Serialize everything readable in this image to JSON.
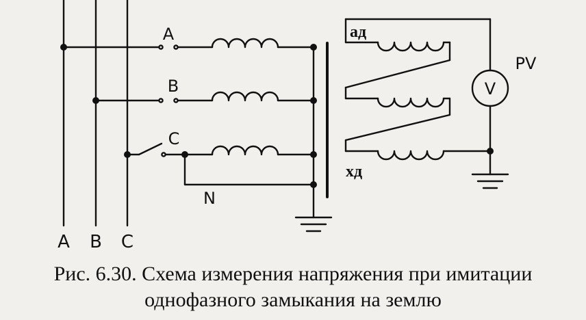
{
  "diagram": {
    "bus_labels": {
      "a": "A",
      "b": "B",
      "c": "C"
    },
    "phase_labels": {
      "a": "A",
      "b": "B",
      "c": "C"
    },
    "neutral_label": "N",
    "secondary_top_label": "aд",
    "secondary_bottom_label": "xд",
    "meter_label": "PV",
    "meter_symbol": "V"
  },
  "caption": {
    "line1": "Рис. 6.30. Схема измерения напряжения при имитации",
    "line2": "однофазного замыкания на землю"
  },
  "colors": {
    "ink": "#111111",
    "paper": "#f2f0ec"
  }
}
